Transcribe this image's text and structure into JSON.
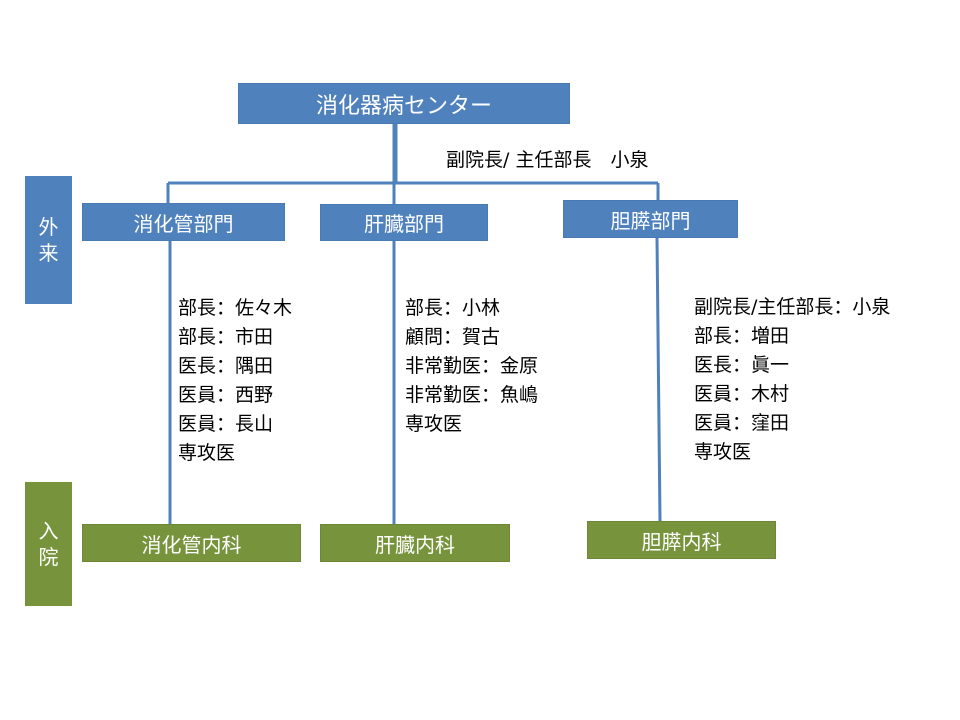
{
  "center": {
    "title": "消化器病センター",
    "head": "副院長/ 主任部長　小泉"
  },
  "side_labels": {
    "outpatient": [
      "外",
      "来"
    ],
    "inpatient": [
      "入",
      "院"
    ]
  },
  "departments": [
    {
      "outpatient": "消化管部門",
      "inpatient": "消化管内科",
      "staff": [
        "部長：佐々木",
        "部長：市田",
        "医長：隅田",
        "医員：西野",
        "医員：長山",
        "専攻医"
      ]
    },
    {
      "outpatient": "肝臓部門",
      "inpatient": "肝臓内科",
      "staff": [
        "部長：小林",
        "顧問：賀古",
        "非常勤医：金原",
        "非常勤医：魚嶋",
        "専攻医"
      ]
    },
    {
      "outpatient": "胆膵部門",
      "inpatient": "胆膵内科",
      "staff": [
        "副院長/主任部長：小泉",
        "部長：増田",
        "医長：眞一",
        "医員：木村",
        "医員：窪田",
        "専攻医"
      ]
    }
  ],
  "colors": {
    "outpatient": "#4f81bd",
    "inpatient": "#77933c",
    "connector": "#4f81bd"
  }
}
